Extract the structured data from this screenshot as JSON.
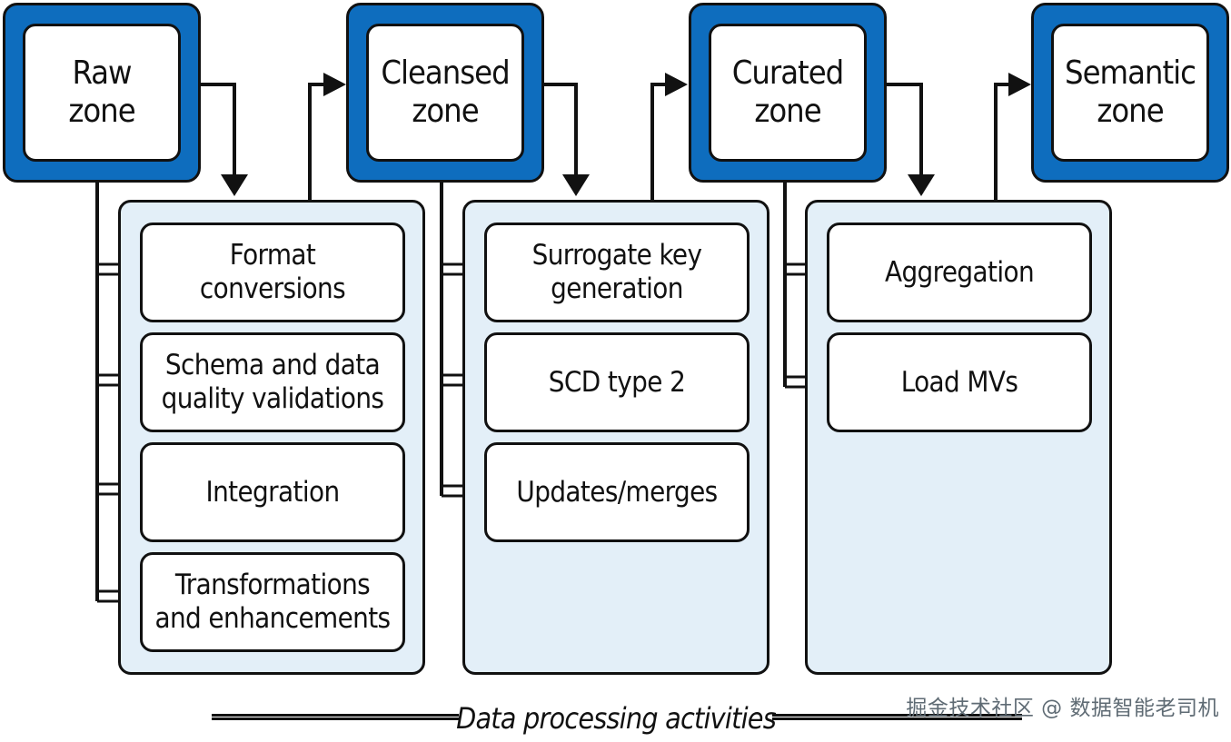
{
  "zones": [
    {
      "label": "Raw\nzone"
    },
    {
      "label": "Cleansed\nzone"
    },
    {
      "label": "Curated\nzone"
    },
    {
      "label": "Semantic\nzone"
    }
  ],
  "panels": [
    {
      "activities": [
        "Format\nconversions",
        "Schema and data\nquality validations",
        "Integration",
        "Transformations\nand enhancements"
      ]
    },
    {
      "activities": [
        "Surrogate key\ngeneration",
        "SCD type 2",
        "Updates/merges"
      ]
    },
    {
      "activities": [
        "Aggregation",
        "Load MVs"
      ]
    }
  ],
  "footer": {
    "label": "Data processing activities",
    "watermark": "掘金技术社区 @ 数据智能老司机"
  },
  "colors": {
    "zone_frame": "#0e6dbe",
    "panel_fill": "#e3eff8",
    "line": "#111111"
  }
}
